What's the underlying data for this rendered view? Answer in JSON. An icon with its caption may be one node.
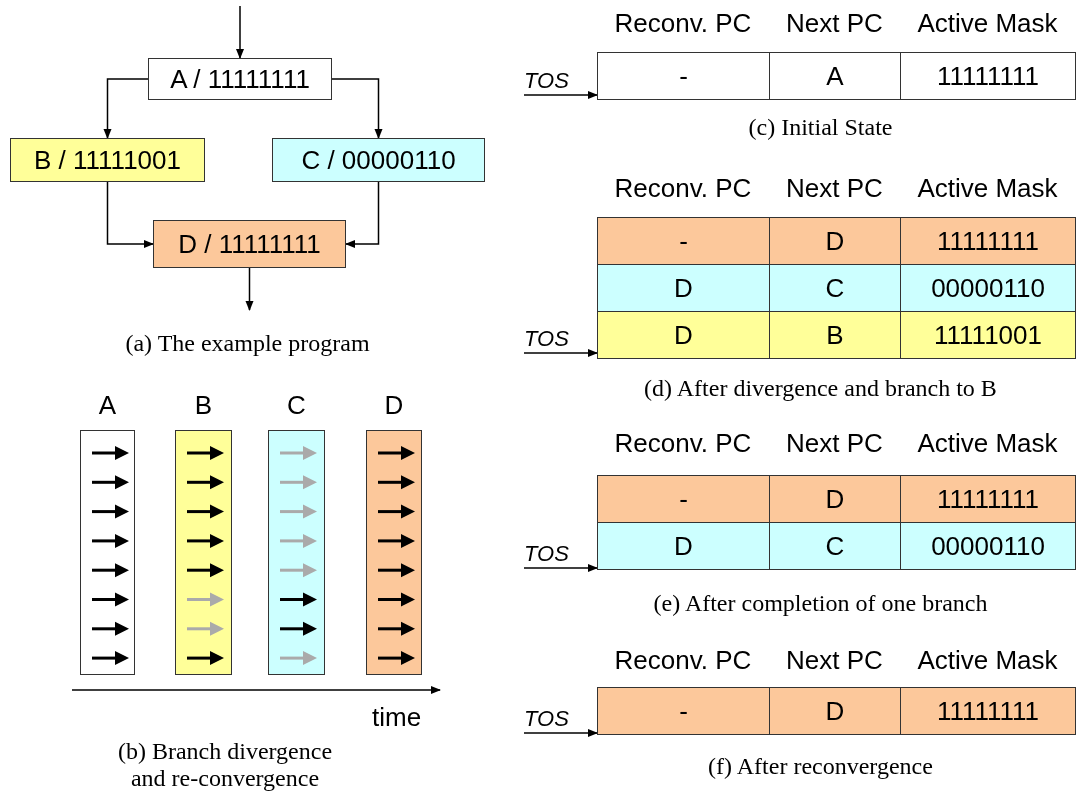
{
  "diagram": {
    "nodes": [
      {
        "text": [
          "A / 11111111"
        ]
      },
      {
        "text": [
          "B / 11111001"
        ]
      },
      {
        "text": [
          "C / 00000110"
        ]
      },
      {
        "text": [
          "D / 11111111"
        ]
      },
      {
        "text": [
          "A"
        ]
      },
      {
        "text": [
          "B"
        ]
      },
      {
        "text": [
          "C"
        ]
      },
      {
        "text": [
          "D"
        ]
      },
      {
        "text": [
          "TOS"
        ]
      },
      {
        "text": [
          "TOS"
        ]
      },
      {
        "text": [
          "TOS"
        ]
      },
      {
        "text": [
          "TOS"
        ]
      },
      {
        "text": [
          "-",
          "A",
          "11111111"
        ]
      },
      {
        "text": [
          "-",
          "D",
          "11111111"
        ]
      },
      {
        "text": [
          "D",
          "C",
          "00000110"
        ]
      },
      {
        "text": [
          "D",
          "B",
          "11111001"
        ]
      },
      {
        "text": [
          "-",
          "D",
          "11111111"
        ]
      },
      {
        "text": [
          "D",
          "C",
          "00000110"
        ]
      },
      {
        "text": [
          "-",
          "D",
          "11111111"
        ]
      }
    ],
    "edges": [
      {
        "from": null,
        "to": 0,
        "arrow": "to"
      },
      {
        "from": 0,
        "to": 1,
        "arrow": "to"
      },
      {
        "from": 0,
        "to": 2,
        "arrow": "to"
      },
      {
        "from": 1,
        "to": 3,
        "arrow": "to"
      },
      {
        "from": 2,
        "to": 3,
        "arrow": "to"
      },
      {
        "from": 3,
        "to": null,
        "arrow": "to"
      },
      {
        "from": 8,
        "to": 12,
        "arrow": "to"
      },
      {
        "from": 9,
        "to": 15,
        "arrow": "to"
      },
      {
        "from": 10,
        "to": 17,
        "arrow": "to"
      },
      {
        "from": 11,
        "to": 18,
        "arrow": "to"
      }
    ],
    "labels": [
      "(a) The example program",
      "time",
      "(b) Branch divergence and re-convergence",
      "Reconv. PC",
      "Next PC",
      "Active Mask",
      "(c) Initial State",
      "Reconv. PC",
      "Next PC",
      "Active Mask",
      "(d) After divergence and branch to B",
      "Reconv. PC",
      "Next PC",
      "Active Mask",
      "(e) After completion of one branch",
      "Reconv. PC",
      "Next PC",
      "Active Mask",
      "(f) After reconvergence"
    ]
  }
}
